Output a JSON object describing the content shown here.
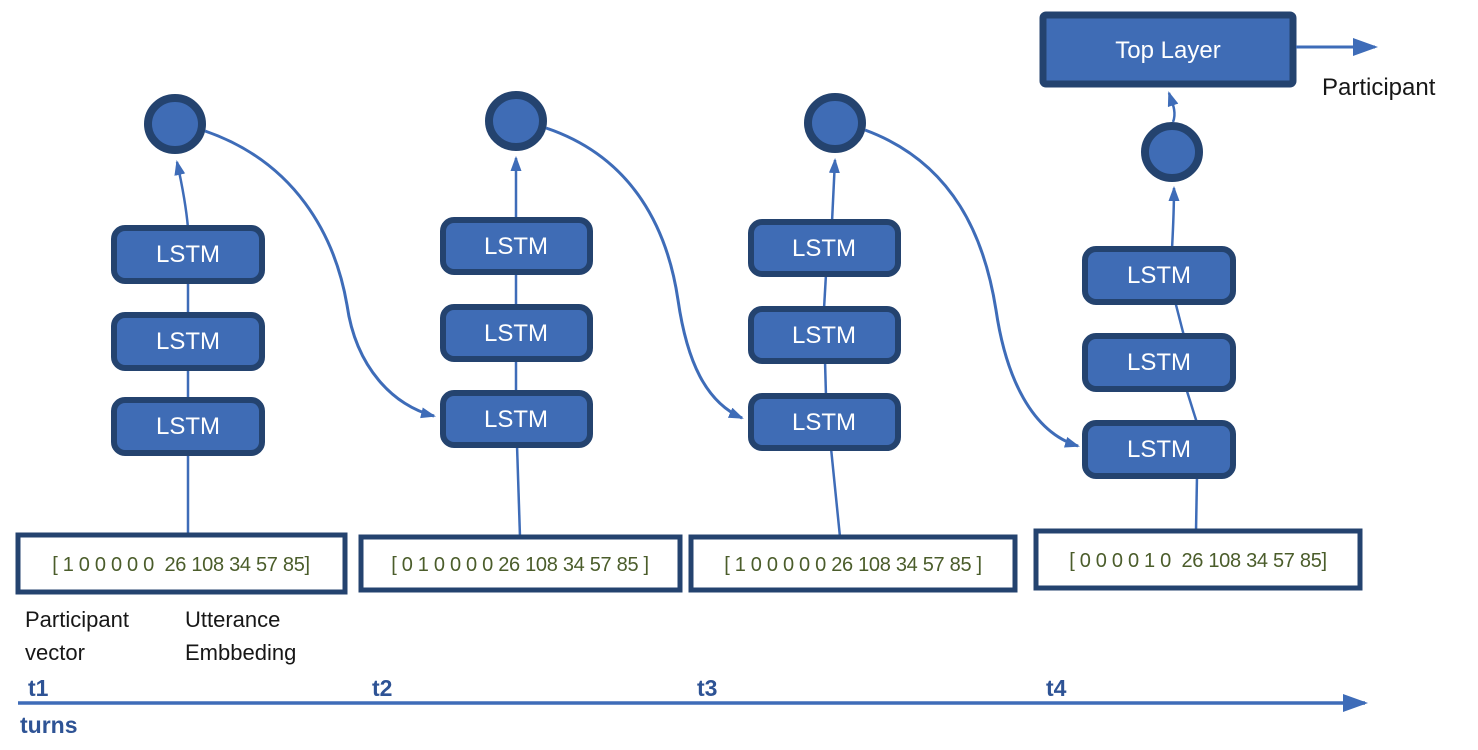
{
  "palette": {
    "box_fill": "#3F6CB5",
    "box_border": "#24436F",
    "arrow_blue": "#3E6CB8",
    "vector_text_color": "#4B5D2B",
    "timeline_label_color": "#2E5395",
    "text_black": "#171717"
  },
  "nodes": {
    "lstm_label": "LSTM",
    "top_layer_label": "Top Layer",
    "output_label": "Participant"
  },
  "input_vectors": [
    "[ 1 0 0 0 0 0  26 108 34 57 85]",
    "[ 0 1 0 0 0 0 26 108 34 57 85 ]",
    "[ 1 0 0 0 0 0 26 108 34 57 85 ]",
    "[ 0 0 0 0 1 0  26 108 34 57 85]"
  ],
  "annotations": {
    "participant_vector_line1": "Participant",
    "participant_vector_line2": "vector",
    "utterance_embedding_line1": "Utterance",
    "utterance_embedding_line2": "Embbeding"
  },
  "timeline": {
    "ticks": [
      "t1",
      "t2",
      "t3",
      "t4"
    ],
    "axis_label": "turns"
  }
}
